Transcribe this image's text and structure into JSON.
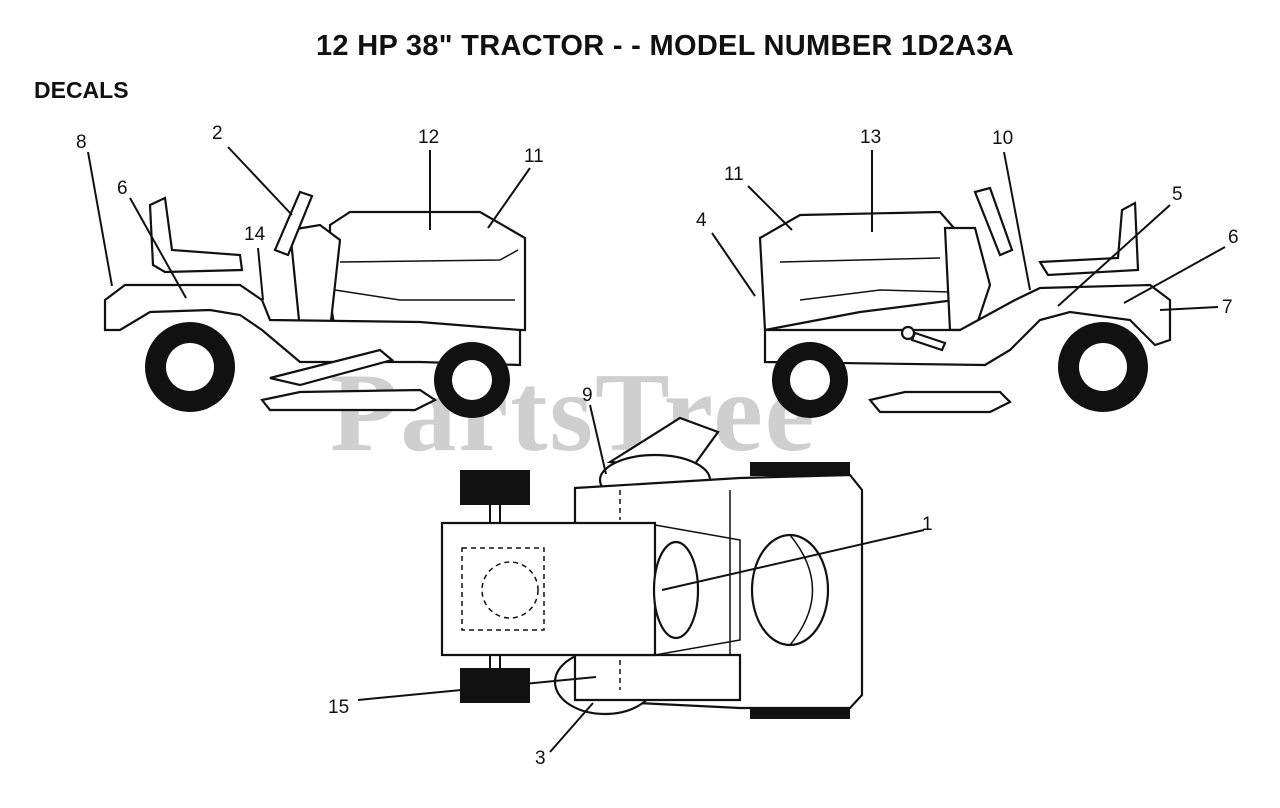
{
  "title": "12 HP 38\" TRACTOR - - MODEL NUMBER 1D2A3A",
  "section": "DECALS",
  "watermark": "PartsTree",
  "callouts": {
    "left_8": "8",
    "left_6": "6",
    "left_2": "2",
    "left_14": "14",
    "left_12": "12",
    "left_11": "11",
    "right_11": "11",
    "right_4": "4",
    "right_13": "13",
    "right_10": "10",
    "right_5": "5",
    "right_6": "6",
    "right_7": "7",
    "top_9": "9",
    "top_1": "1",
    "top_15": "15",
    "top_3": "3"
  },
  "colors": {
    "ink": "#111111",
    "watermark": "#cfcfcf",
    "background": "#ffffff"
  }
}
